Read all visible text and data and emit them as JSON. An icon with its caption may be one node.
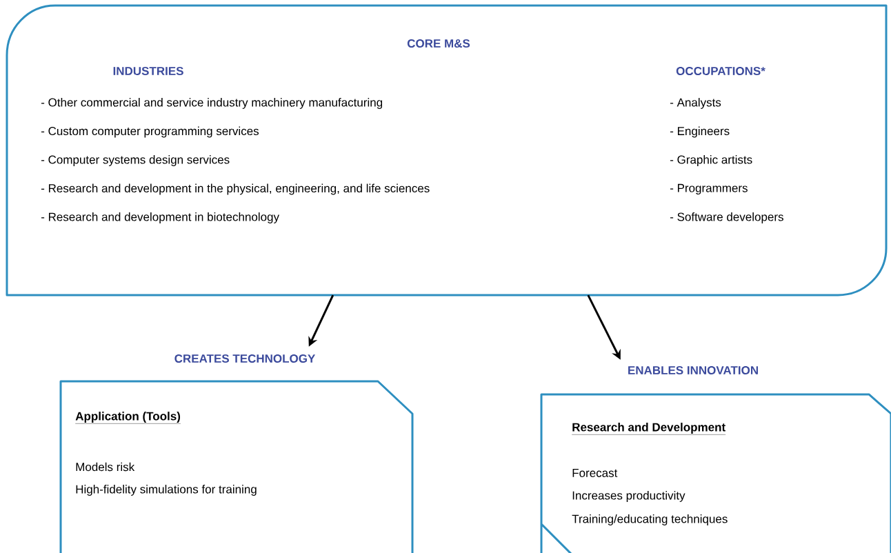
{
  "diagram": {
    "nodes": [
      {
        "text": [
          "CORE M&S",
          "INDUSTRIES",
          "- Other commercial and service industry machinery manufacturing",
          "- Custom computer programming services",
          "- Computer systems design services",
          "- Research and development in the physical, engineering, and life sciences",
          "- Research and development in biotechnology",
          "OCCUPATIONS*",
          "- Analysts",
          "- Engineers",
          "- Graphic artists",
          "- Programmers",
          "- Software developers"
        ]
      },
      {
        "text": [
          "CREATES TECHNOLOGY",
          "Application (Tools)",
          "Models risk",
          "High-fidelity simulations for training"
        ]
      },
      {
        "text": [
          "ENABLES INNOVATION",
          "Research and Development",
          "Forecast",
          "Increases productivity",
          "Training/educating techniques"
        ]
      }
    ],
    "edges": [
      {
        "from": 0,
        "to": 1,
        "arrow": "to"
      },
      {
        "from": 0,
        "to": 2,
        "arrow": "to"
      }
    ]
  }
}
